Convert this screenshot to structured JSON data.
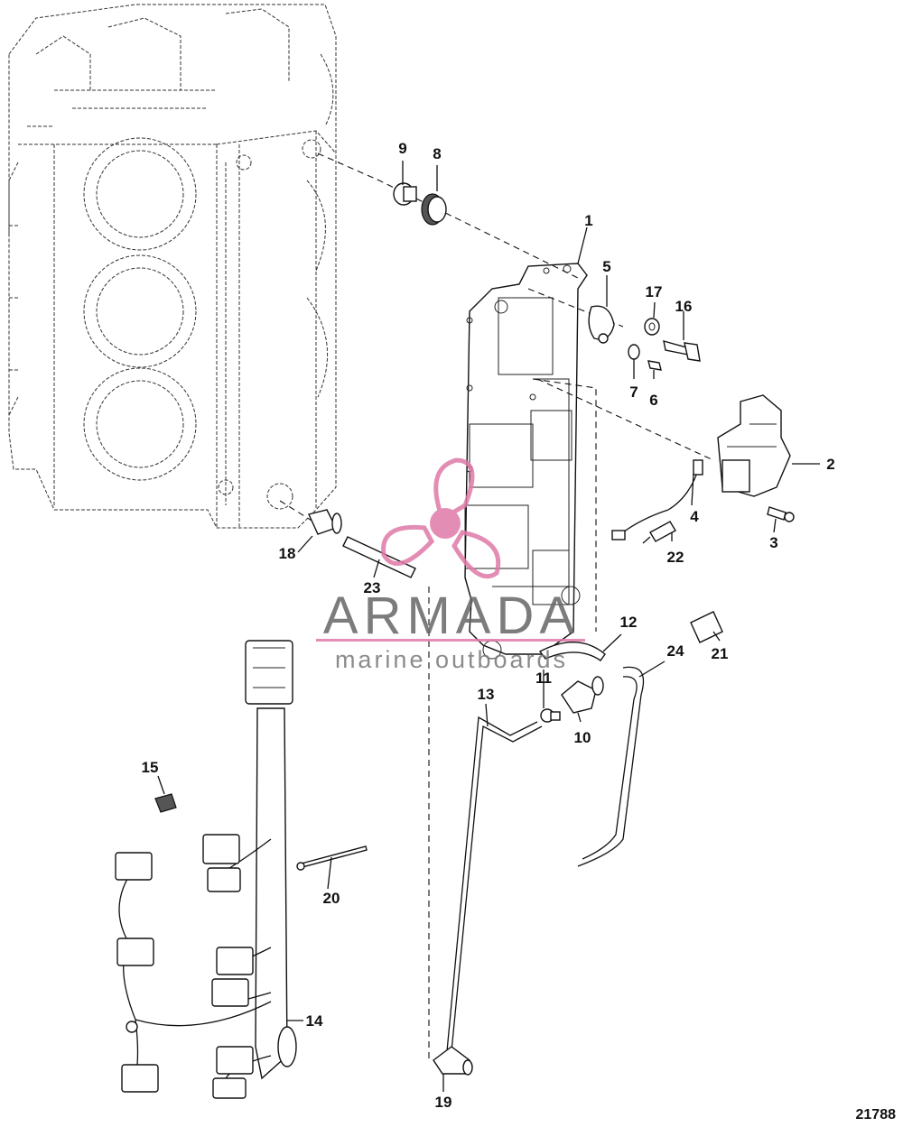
{
  "diagram": {
    "figure_number": "21788",
    "callouts": [
      "1",
      "2",
      "3",
      "4",
      "5",
      "6",
      "7",
      "8",
      "9",
      "10",
      "11",
      "12",
      "13",
      "14",
      "15",
      "16",
      "17",
      "18",
      "19",
      "20",
      "21",
      "22",
      "23",
      "24"
    ]
  },
  "watermark": {
    "brand": "ARMADA",
    "tagline": "marine outboards",
    "accent_color": "#e07aa8",
    "text_color": "#666666"
  }
}
